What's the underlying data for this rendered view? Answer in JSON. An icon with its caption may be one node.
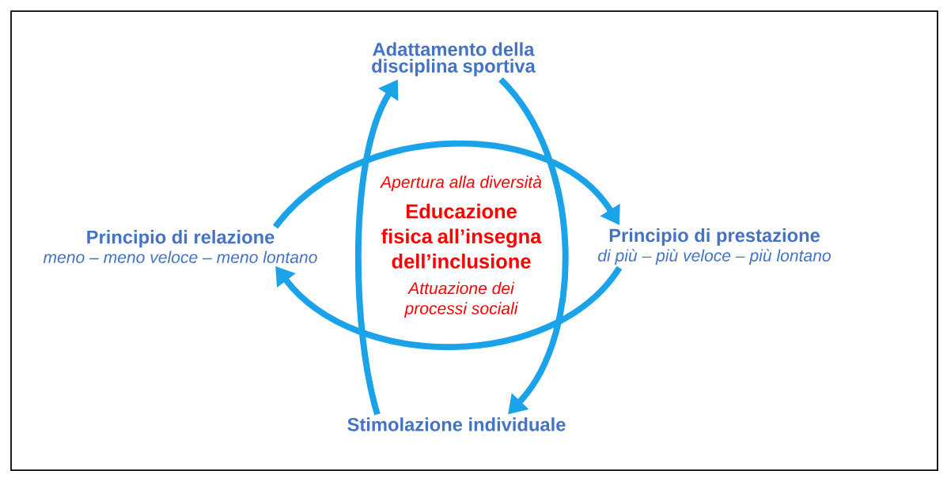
{
  "diagram": {
    "nodes": [
      {
        "text": [
          "Adattamento della disciplina sportiva"
        ]
      },
      {
        "text": [
          "Principio di relazione",
          "meno – meno veloce – meno lontano"
        ]
      },
      {
        "text": [
          "Apertura alla diversità",
          "Educazione fisica all’insegna dell’inclusione",
          "Attuazione dei processi sociali"
        ]
      },
      {
        "text": [
          "Principio di prestazione",
          "di più – più veloce – più lontano"
        ]
      },
      {
        "text": [
          "Stimolazione individuale"
        ]
      }
    ],
    "edges": [
      {
        "from": 1,
        "to": 3,
        "arrow": "to"
      },
      {
        "from": 3,
        "to": 1,
        "arrow": "to"
      },
      {
        "from": 4,
        "to": 0,
        "arrow": "to"
      },
      {
        "from": 0,
        "to": 4,
        "arrow": "to"
      }
    ]
  }
}
